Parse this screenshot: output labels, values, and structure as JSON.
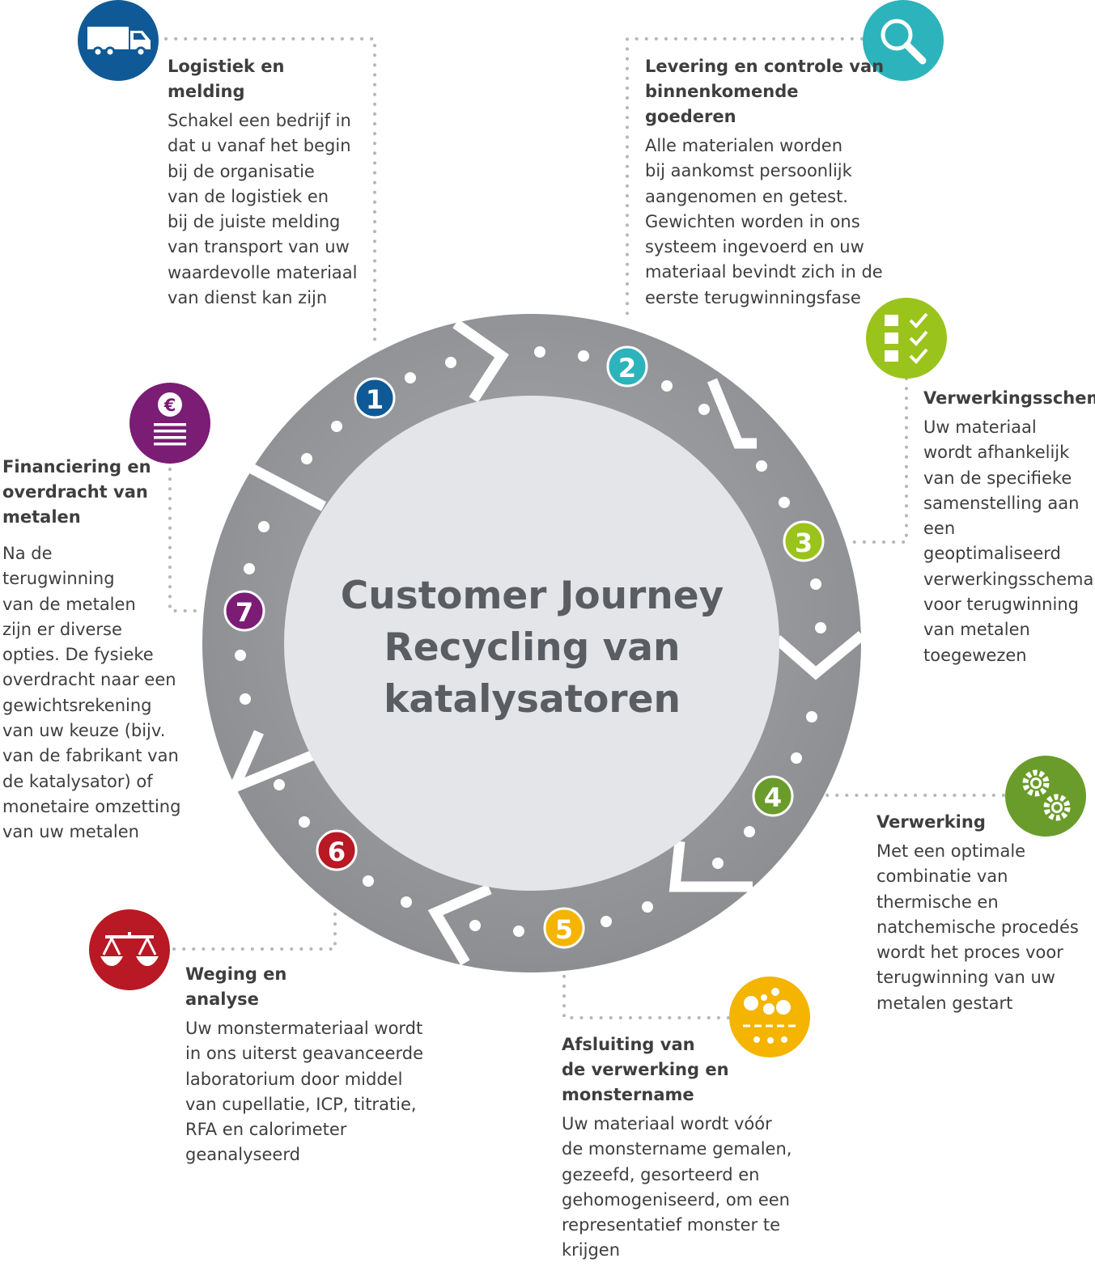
{
  "center_title": "Customer Journey\nRecycling van\nkatalysatoren",
  "colors": {
    "ring": "#96989c",
    "inner_disc": "#e4e5e8",
    "dots": "#ffffff",
    "connector": "#b5b7ba"
  },
  "steps": [
    {
      "number": "1",
      "color": "#0f5a96",
      "icon": "truck-icon",
      "title": "Logistiek en\nmelding",
      "body": "Schakel een bedrijf in\ndat u vanaf het begin\nbij de organisatie\nvan de logistiek en\nbij de juiste melding\nvan transport van uw\nwaardevolle materiaal\nvan dienst kan zijn"
    },
    {
      "number": "2",
      "color": "#2db3bb",
      "icon": "magnifier-icon",
      "title": "Levering en controle van\nbinnenkomende goederen",
      "body": "Alle materialen worden\nbij aankomst persoonlijk\naangenomen en getest.\nGewichten worden in ons\nsysteem ingevoerd en uw\nmateriaal bevindt zich in de\neerste terugwinningsfase"
    },
    {
      "number": "3",
      "color": "#9ac31c",
      "icon": "checklist-icon",
      "title": "Verwerkingsschema",
      "body": "Uw materiaal\nwordt afhankelijk\nvan de specifieke\nsamenstelling aan\neen geoptimaliseerd\nverwerkingsschema\nvoor terugwinning\nvan metalen\ntoegewezen"
    },
    {
      "number": "4",
      "color": "#6a9c2b",
      "icon": "gears-icon",
      "title": "Verwerking",
      "body": "Met een optimale\ncombinatie van\nthermische en\nnatchemische procedés\nwordt het proces voor\nterugwinning van uw\nmetalen gestart"
    },
    {
      "number": "5",
      "color": "#f4b400",
      "icon": "particles-icon",
      "title": "Afsluiting van\nde verwerking en\nmonstername",
      "body": "Uw materiaal wordt vóór\nde monstername gemalen,\ngezeefd, gesorteerd en\ngehomogeniseerd, om een\nrepresentatief monster te\nkrijgen"
    },
    {
      "number": "6",
      "color": "#b81924",
      "icon": "scales-icon",
      "title": "Weging en\nanalyse",
      "body": "Uw monstermateriaal wordt\nin ons uiterst geavanceerde\nlaboratorium door middel\nvan cupellatie, ICP, titratie,\nRFA en calorimeter\ngeanalyseerd"
    },
    {
      "number": "7",
      "color": "#7b1c75",
      "icon": "euro-document-icon",
      "title": "Financiering en\noverdracht van\nmetalen",
      "body": "Na de\nterugwinning\nvan de metalen\nzijn er diverse\nopties. De fysieke\noverdracht naar een\ngewichtsrekening\nvan uw keuze (bijv.\nvan de fabrikant van\nde katalysator) of\nmonetaire omzetting\nvan uw metalen"
    }
  ]
}
